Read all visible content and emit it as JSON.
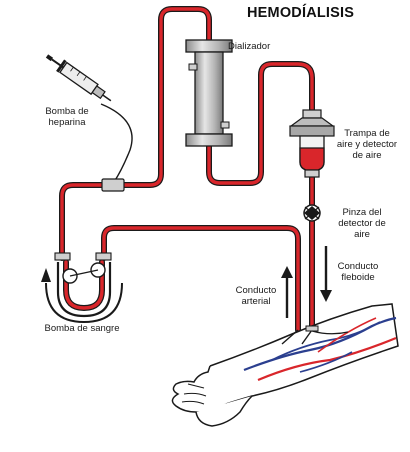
{
  "title": "HEMODÍALISIS",
  "labels": {
    "dializador": "Dializador",
    "heparina": "Bomba de\nheparina",
    "trampa": "Trampa de\naire y detector\nde aire",
    "pinza": "Pinza del\ndetector de\naire",
    "flebo": "Conducto\nfleboide",
    "arterial": "Conducto\narterial",
    "sangre": "Bomba de sangre"
  },
  "colors": {
    "tube": "#d9262b",
    "outline": "#1a1a1a",
    "vein": "#2b3f8f",
    "artery": "#d9262b",
    "device": "#bdbdbd"
  }
}
